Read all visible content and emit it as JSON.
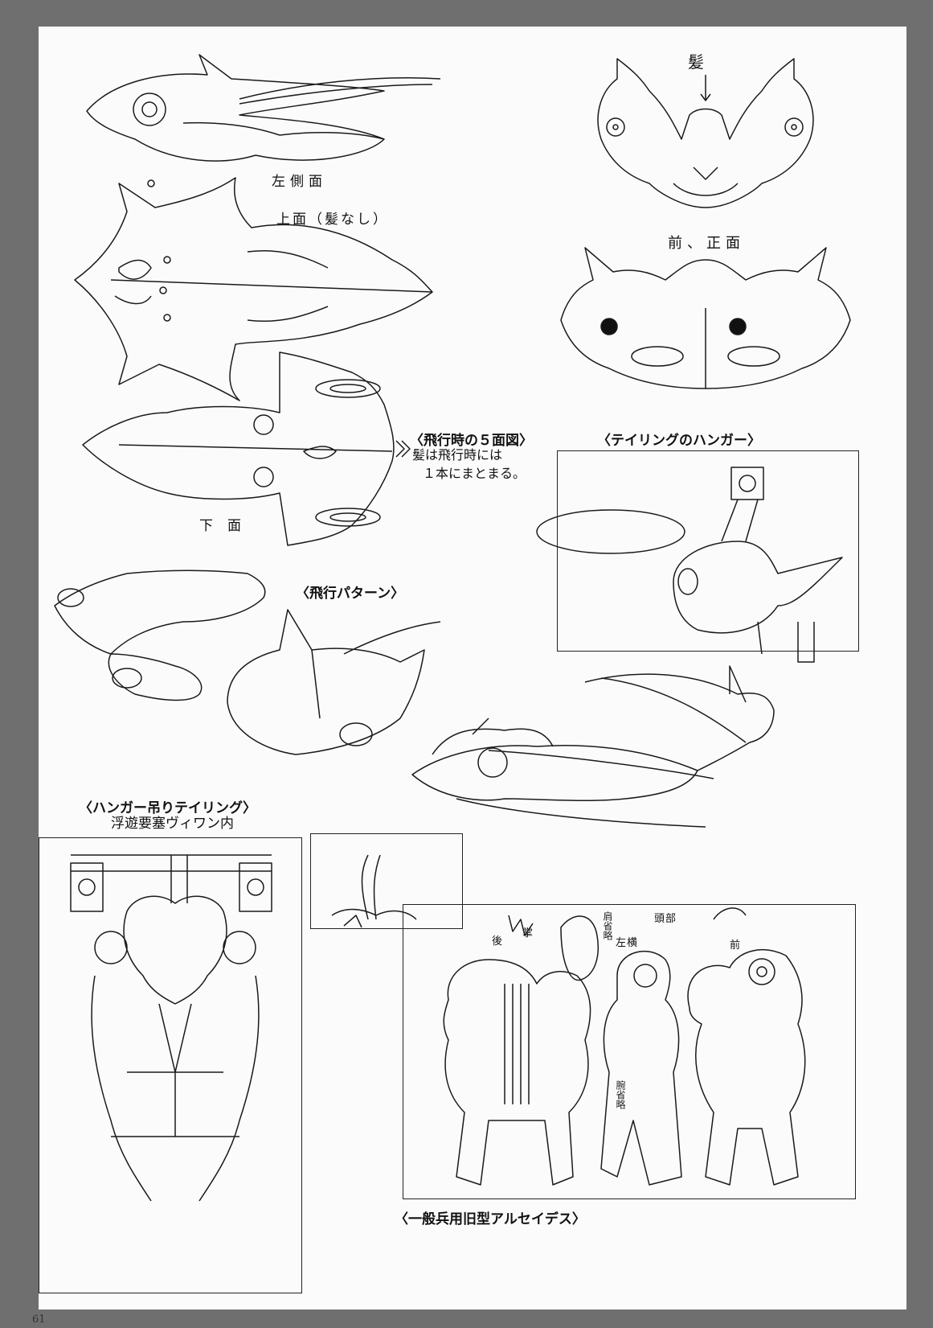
{
  "views": {
    "left_side": "左側面",
    "top_no_hair": "上面（髪なし）",
    "bottom": "下面",
    "front": "前、正面",
    "hair_pointer": "髪"
  },
  "captions": {
    "five_views": "〈飛行時の５面図〉",
    "five_views_note_1": "髪は飛行時には",
    "five_views_note_2": "１本にまとまる。",
    "hangar": "〈テイリングのハンガー〉",
    "flight_pattern": "〈飛行パターン〉",
    "hanging_tailing": "〈ハンガー吊りテイリング〉",
    "hanging_location": "浮遊要塞ヴィワン内",
    "old_alseides": "〈一般兵用旧型アルセイデス〉"
  },
  "soldier_labels": {
    "back": "後",
    "palm": "掌",
    "shoulder": "肩省略",
    "left_side": "左横",
    "head": "頭部",
    "front": "前",
    "waist": "腕省略"
  },
  "page_number": "61"
}
